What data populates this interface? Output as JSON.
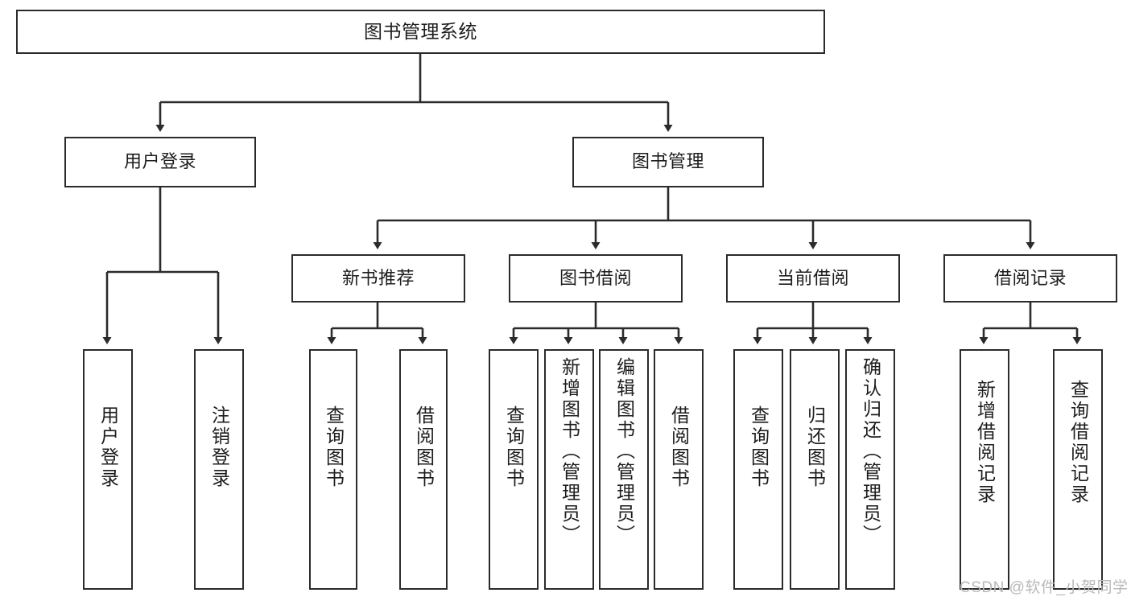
{
  "diagram": {
    "title": "图书管理系统",
    "watermark": "CSDN @软件_小贺同学",
    "colors": {
      "stroke": "#2b2b2b",
      "fill": "#ffffff",
      "text": "#1d1d1d",
      "watermark": "#b9b9b9"
    },
    "levels": {
      "root": {
        "label": "图书管理系统"
      },
      "level2": [
        {
          "label": "用户登录"
        },
        {
          "label": "图书管理"
        }
      ],
      "level3": [
        {
          "label": "新书推荐"
        },
        {
          "label": "图书借阅"
        },
        {
          "label": "当前借阅"
        },
        {
          "label": "借阅记录"
        }
      ],
      "leaves": {
        "user_login": [
          {
            "label": "用户登录"
          },
          {
            "label": "注销登录"
          }
        ],
        "new_book_recommend": [
          {
            "label": "查询图书"
          },
          {
            "label": "借阅图书"
          }
        ],
        "book_borrow": [
          {
            "label": "查询图书"
          },
          {
            "label": "新增图书（管理员）"
          },
          {
            "label": "编辑图书（管理员）"
          },
          {
            "label": "借阅图书"
          }
        ],
        "current_borrow": [
          {
            "label": "查询图书"
          },
          {
            "label": "归还图书"
          },
          {
            "label": "确认归还（管理员）"
          }
        ],
        "borrow_record": [
          {
            "label": "新增借阅记录"
          },
          {
            "label": "查询借阅记录"
          }
        ]
      }
    }
  }
}
